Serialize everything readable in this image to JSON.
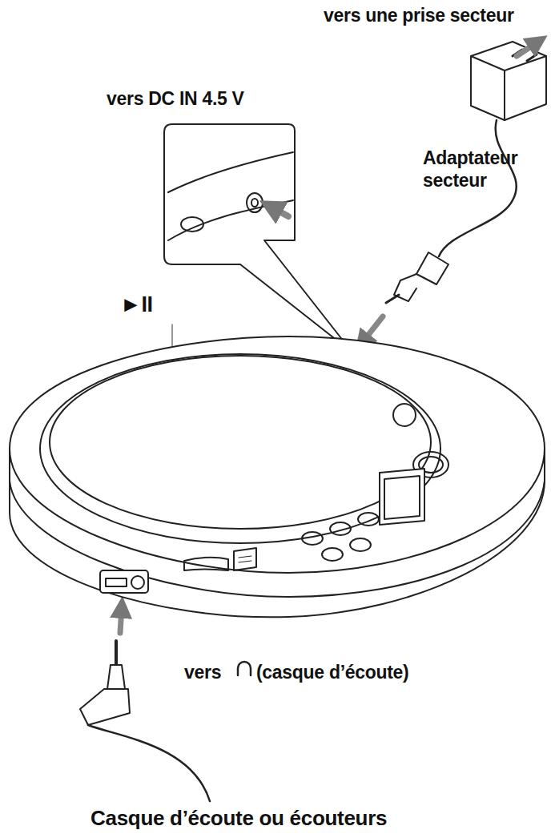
{
  "diagram": {
    "labels": [
      "vers une prise secteur",
      "vers DC IN 4.5 V",
      "Adaptateur secteur",
      "►II",
      "vers",
      "(casque d’écoute)",
      "Casque d’écoute ou écouteurs"
    ]
  }
}
